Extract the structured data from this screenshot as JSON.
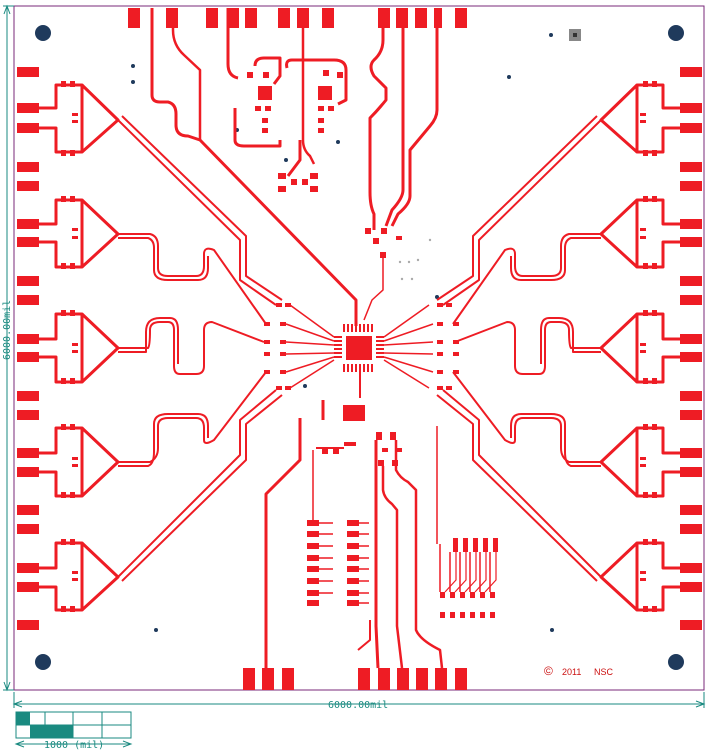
{
  "board": {
    "width_label": "6000.00mil",
    "height_label": "6000.00mil",
    "scale_label": "1000 (mil)",
    "copyright_symbol": "©",
    "copyright_year": "2011",
    "copyright_owner": "NSC"
  },
  "colors": {
    "copper": "#ee1c24",
    "outline": "#7a2a7a",
    "dimension": "#1a8a80",
    "mounting_hole": "#1f3a5c",
    "background": "#ffffff"
  }
}
